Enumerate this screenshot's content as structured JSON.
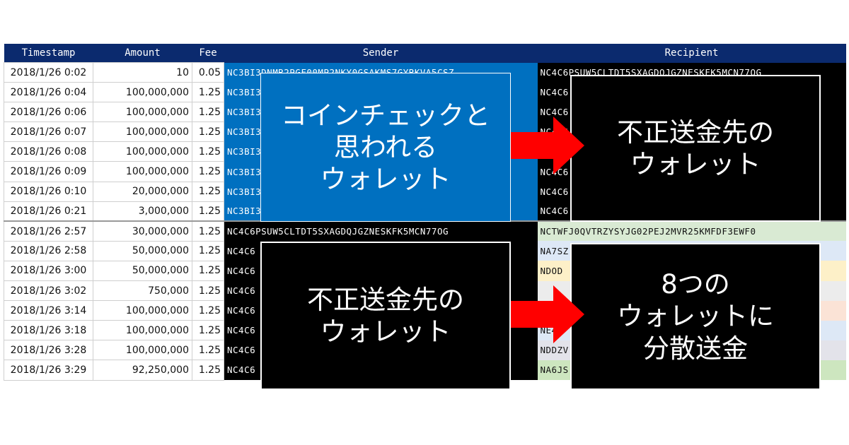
{
  "table": {
    "headers": [
      "Timestamp",
      "Amount",
      "Fee",
      "Sender",
      "Recipient"
    ],
    "rows": [
      [
        "2018/1/26 0:02",
        "10",
        "0.05",
        "NC3BI3DNMR2PGF00MP2NKY0GSAKMS7GYRKVA5CSZ",
        "NC4C6PSUW5CLTDT5SXAGDQJGZNESKFK5MCN77OG"
      ],
      [
        "2018/1/26 0:04",
        "100,000,000",
        "1.25",
        "NC3BI3",
        "NC4C6"
      ],
      [
        "2018/1/26 0:06",
        "100,000,000",
        "1.25",
        "NC3BI3",
        "NC4C6"
      ],
      [
        "2018/1/26 0:07",
        "100,000,000",
        "1.25",
        "NC3BI3",
        "NC4C6"
      ],
      [
        "2018/1/26 0:08",
        "100,000,000",
        "1.25",
        "NC3BI3",
        "NC4C6"
      ],
      [
        "2018/1/26 0:09",
        "100,000,000",
        "1.25",
        "NC3BI3",
        "NC4C6"
      ],
      [
        "2018/1/26 0:10",
        "20,000,000",
        "1.25",
        "NC3BI3",
        "NC4C6"
      ],
      [
        "2018/1/26 0:21",
        "3,000,000",
        "1.25",
        "NC3BI3",
        "NC4C6"
      ],
      [
        "2018/1/26 2:57",
        "30,000,000",
        "1.25",
        "NC4C6PSUW5CLTDT5SXAGDQJGZNESKFK5MCN77OG",
        "NCTWFJ0QVTRZYSYJG02PEJ2MVR25KMFDF3EWF0"
      ],
      [
        "2018/1/26 2:58",
        "50,000,000",
        "1.25",
        "NC4C6",
        "NA7SZ"
      ],
      [
        "2018/1/26 3:00",
        "50,000,000",
        "1.25",
        "NC4C6",
        "NDOD"
      ],
      [
        "2018/1/26 3:02",
        "750,000",
        "1.25",
        "NC4C6",
        ""
      ],
      [
        "2018/1/26 3:14",
        "100,000,000",
        "1.25",
        "NC4C6",
        ""
      ],
      [
        "2018/1/26 3:18",
        "100,000,000",
        "1.25",
        "NC4C6",
        "NE4Q"
      ],
      [
        "2018/1/26 3:28",
        "100,000,000",
        "1.25",
        "NC4C6",
        "NDDZV"
      ],
      [
        "2018/1/26 3:29",
        "92,250,000",
        "1.25",
        "NC4C6",
        "NA6JS"
      ]
    ],
    "recipient_colors": [
      "#000000",
      "#000000",
      "#000000",
      "#000000",
      "#000000",
      "#000000",
      "#000000",
      "#000000",
      "#d9ead3",
      "#dde8f6",
      "#fdf0c8",
      "#ececec",
      "#fbe3d6",
      "#dde8f6",
      "#e3e3ea",
      "#cde6bf"
    ]
  },
  "callouts": {
    "coincheck_wallet": [
      "コインチェックと",
      "思われる",
      "ウォレット"
    ],
    "fraud_wallet_top": [
      "不正送金先の",
      "ウォレット"
    ],
    "fraud_wallet_bottom": [
      "不正送金先の",
      "ウォレット"
    ],
    "dispersed_wallets": [
      "8つの",
      "ウォレットに",
      "分散送金"
    ]
  },
  "colors": {
    "header": "#0b2a6e",
    "sender_blue": "#0070c0",
    "arrow_red": "#ff0000"
  }
}
